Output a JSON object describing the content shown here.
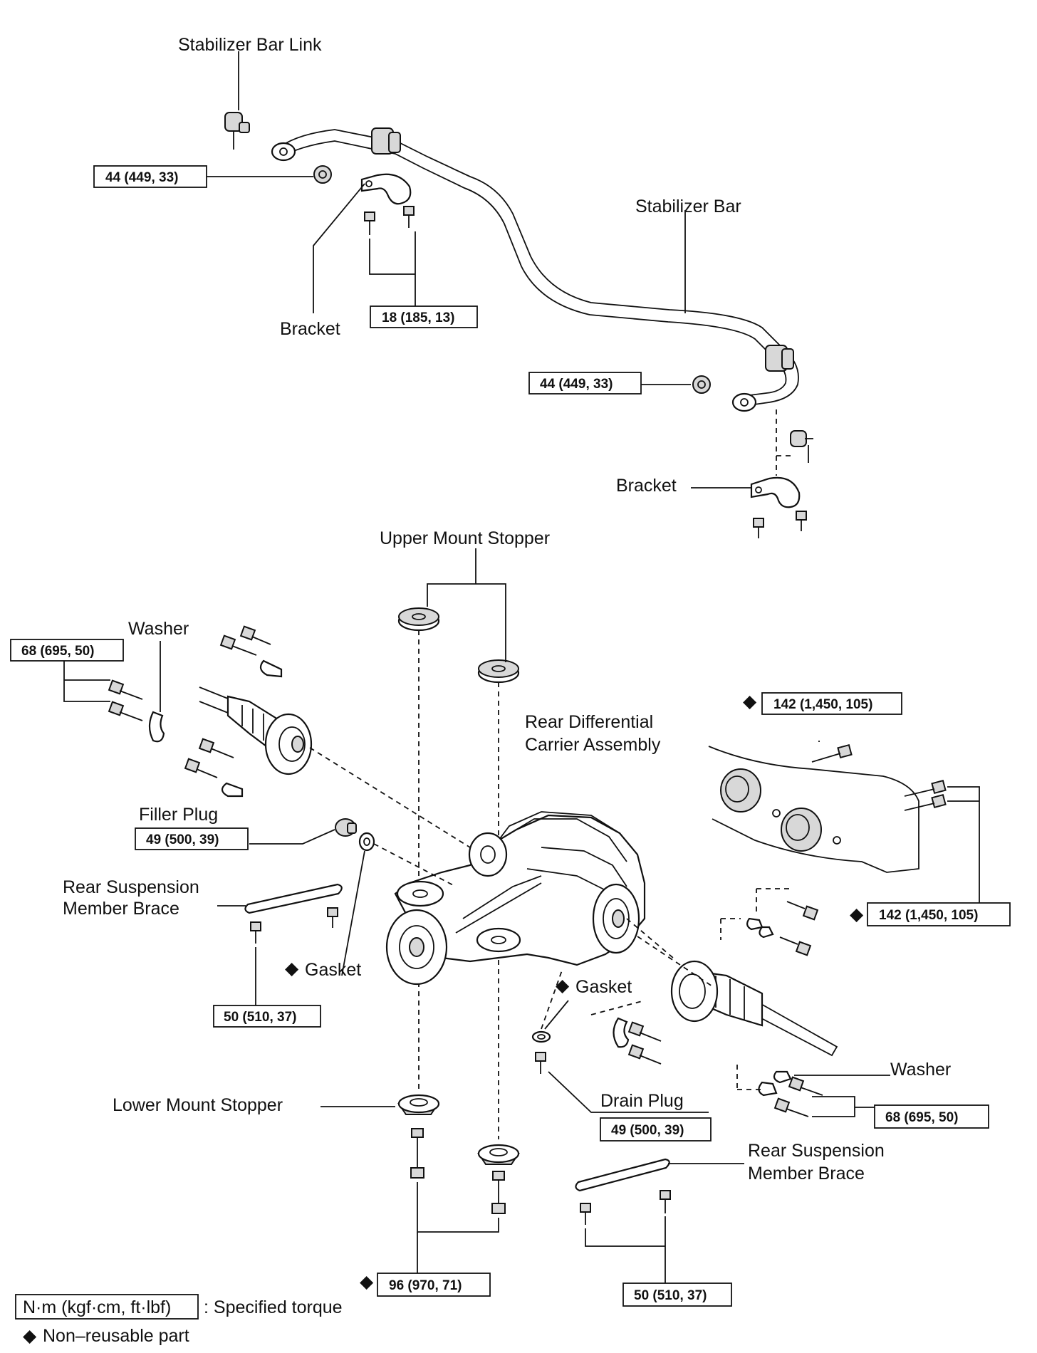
{
  "labels": {
    "stab_link": "Stabilizer Bar Link",
    "stab_bar": "Stabilizer Bar",
    "bracket_1": "Bracket",
    "bracket_2": "Bracket",
    "upper_stopper": "Upper Mount Stopper",
    "washer_1": "Washer",
    "washer_2": "Washer",
    "rdc_line1": "Rear Differential",
    "rdc_line2": "Carrier Assembly",
    "filler_plug": "Filler Plug",
    "rsmb1_line1": "Rear Suspension",
    "rsmb1_line2": "Member Brace",
    "gasket_1": "Gasket",
    "gasket_2": "Gasket",
    "lower_stopper": "Lower Mount Stopper",
    "drain_plug": "Drain Plug",
    "rsmb2_line1": "Rear Suspension",
    "rsmb2_line2": "Member Brace"
  },
  "torques": {
    "t_44a": "44 (449, 33)",
    "t_18": "18 (185, 13)",
    "t_44b": "44 (449, 33)",
    "t_68a": "68 (695, 50)",
    "t_142a": "142 (1,450, 105)",
    "t_142b": "142 (1,450, 105)",
    "t_49a": "49 (500, 39)",
    "t_50a": "50 (510, 37)",
    "t_49b": "49 (500, 39)",
    "t_68b": "68 (695, 50)",
    "t_96": "96 (970, 71)",
    "t_50b": "50 (510, 37)"
  },
  "legend": {
    "unit": "N·m (kgf·cm, ft·lbf)",
    "unit_desc": ": Specified torque",
    "nonreusable": "Non–reusable part",
    "diamond": "◆"
  }
}
